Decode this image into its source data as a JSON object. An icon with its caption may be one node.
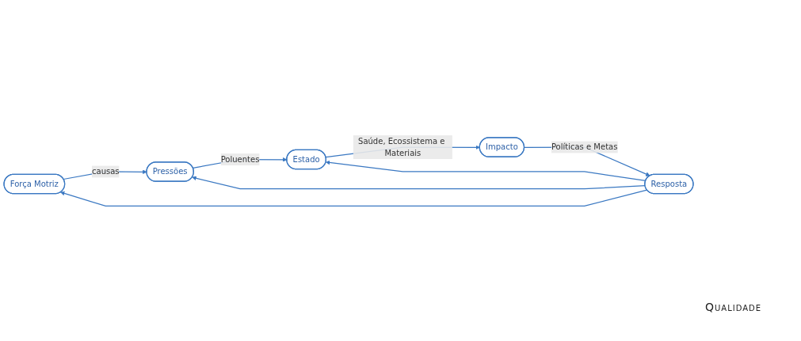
{
  "diagram": {
    "nodes": [
      {
        "text": [
          "Força Motriz"
        ]
      },
      {
        "text": [
          "Resposta"
        ]
      },
      {
        "text": [
          "Pressões"
        ]
      },
      {
        "text": [
          "Impacto"
        ]
      },
      {
        "text": [
          "Estado"
        ]
      }
    ],
    "edges": [
      {
        "from": 1,
        "to": 0,
        "arrow": "to"
      },
      {
        "from": 0,
        "to": 2,
        "arrow": "to",
        "label": "causas"
      },
      {
        "from": 1,
        "to": 2,
        "arrow": "to"
      },
      {
        "from": 1,
        "to": 4,
        "arrow": "to"
      },
      {
        "from": 2,
        "to": 4,
        "arrow": "to",
        "label": "Poluentes"
      },
      {
        "from": 4,
        "to": 3,
        "arrow": "to",
        "label": "Saúde, Ecossistema e Materiais"
      },
      {
        "from": 3,
        "to": 1,
        "arrow": "to",
        "label": "Políticas e Metas"
      }
    ],
    "labels": [
      "Qualidade"
    ]
  }
}
